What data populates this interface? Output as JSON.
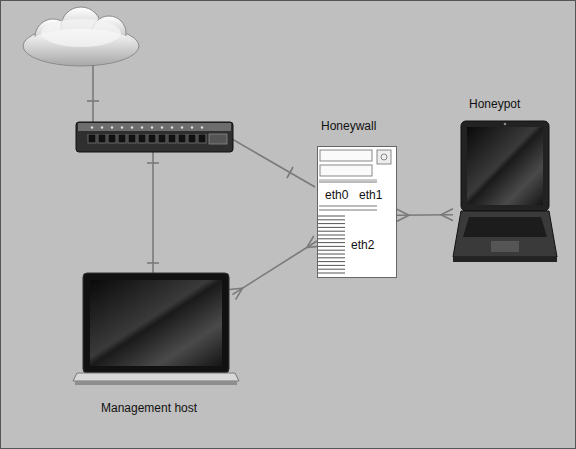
{
  "diagram": {
    "nodes": [
      {
        "text": [
          "Honeywall",
          "eth0",
          "eth1",
          "eth2"
        ]
      },
      {
        "text": [
          "Honeypot"
        ]
      },
      {
        "text": [
          "Management host"
        ]
      }
    ],
    "edges": [
      {
        "from": 0,
        "to": 1,
        "arrow": "both"
      },
      {
        "from": 2,
        "to": 0,
        "arrow": "both"
      }
    ]
  }
}
